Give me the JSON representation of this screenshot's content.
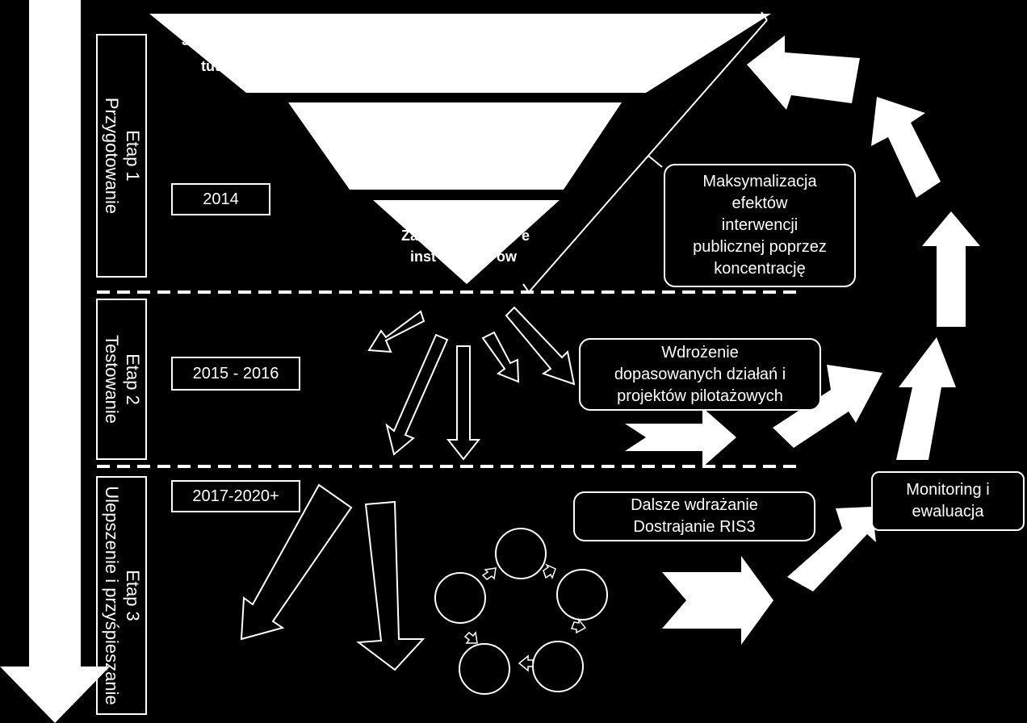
{
  "stages": [
    {
      "title": "Etap 1",
      "name": "Przygotowanie",
      "years": "2014"
    },
    {
      "title": "Etap 2",
      "name": "Testowanie",
      "years": "2015 - 2016"
    },
    {
      "title": "Etap 3",
      "name": "Ulepszenie i przyśpieszanie",
      "years": "2017-2020+"
    }
  ],
  "boxes": {
    "maximization": [
      "Maksymalizacja",
      "efektów",
      "interwencji",
      "publicznej poprzez",
      "koncentrację"
    ],
    "implementation": [
      "Wdrożenie",
      "dopasowanych działań i",
      "projektów pilotażowych"
    ],
    "further": [
      "Dalsze wdrażanie",
      "Dostrajanie RIS3"
    ],
    "monitoring": [
      "Monitoring i",
      "ewaluacja"
    ]
  },
  "funnel": {
    "top_fragments": [
      "Je",
      "tutaj"
    ],
    "bottom_fragments": [
      "Za",
      "e",
      "inst",
      "ow"
    ]
  },
  "colors": {
    "background": "#000000",
    "foreground": "#ffffff"
  }
}
